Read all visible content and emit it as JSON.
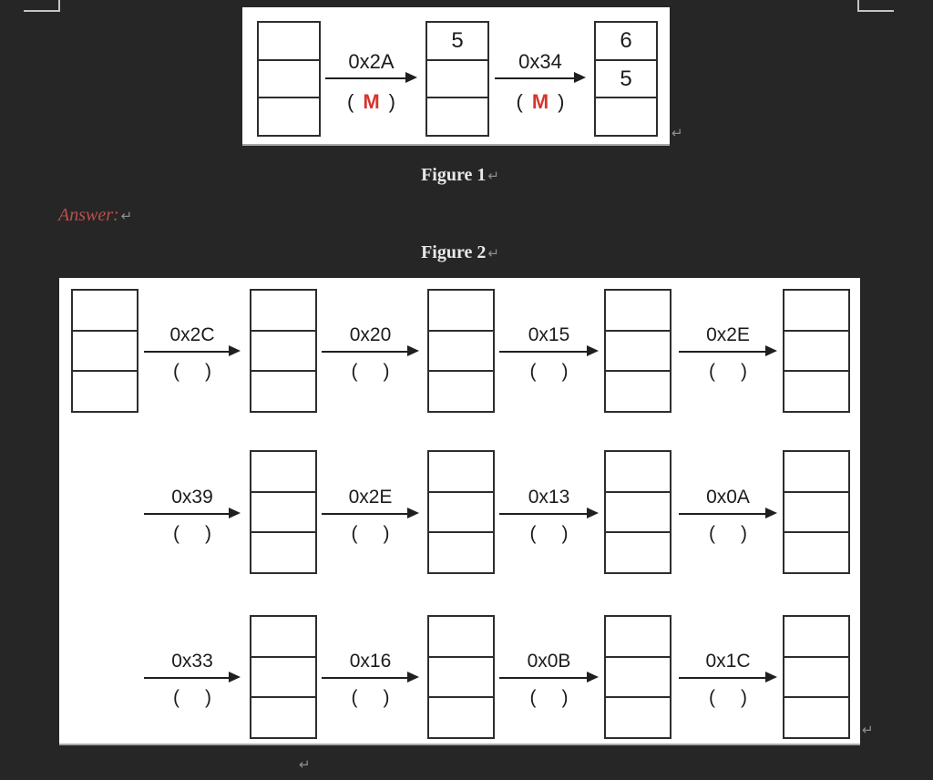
{
  "colors": {
    "page_bg": "#262626",
    "accent_red": "#d7342c",
    "answer_red": "#bd4f4c",
    "panel_bg": "#ffffff",
    "ink": "#1b1b1b"
  },
  "marks": {
    "return": "↵"
  },
  "figure1": {
    "caption": "Figure 1",
    "stacks": [
      {
        "cells": [
          "",
          "",
          ""
        ]
      },
      {
        "cells": [
          "5",
          "",
          ""
        ]
      },
      {
        "cells": [
          "6",
          "5",
          ""
        ]
      }
    ],
    "arrows": [
      {
        "hex": "0x2A",
        "open": "(",
        "letter": "M",
        "close": ")"
      },
      {
        "hex": "0x34",
        "open": "(",
        "letter": "M",
        "close": ")"
      }
    ]
  },
  "answer": {
    "label": "Answer:"
  },
  "figure2": {
    "caption": "Figure 2",
    "paren_open": "(",
    "paren_close": ")",
    "rows": [
      {
        "labels": [
          "0x2C",
          "0x20",
          "0x15",
          "0x2E"
        ]
      },
      {
        "labels": [
          "0x39",
          "0x2E",
          "0x13",
          "0x0A"
        ]
      },
      {
        "labels": [
          "0x33",
          "0x16",
          "0x0B",
          "0x1C"
        ]
      }
    ]
  }
}
